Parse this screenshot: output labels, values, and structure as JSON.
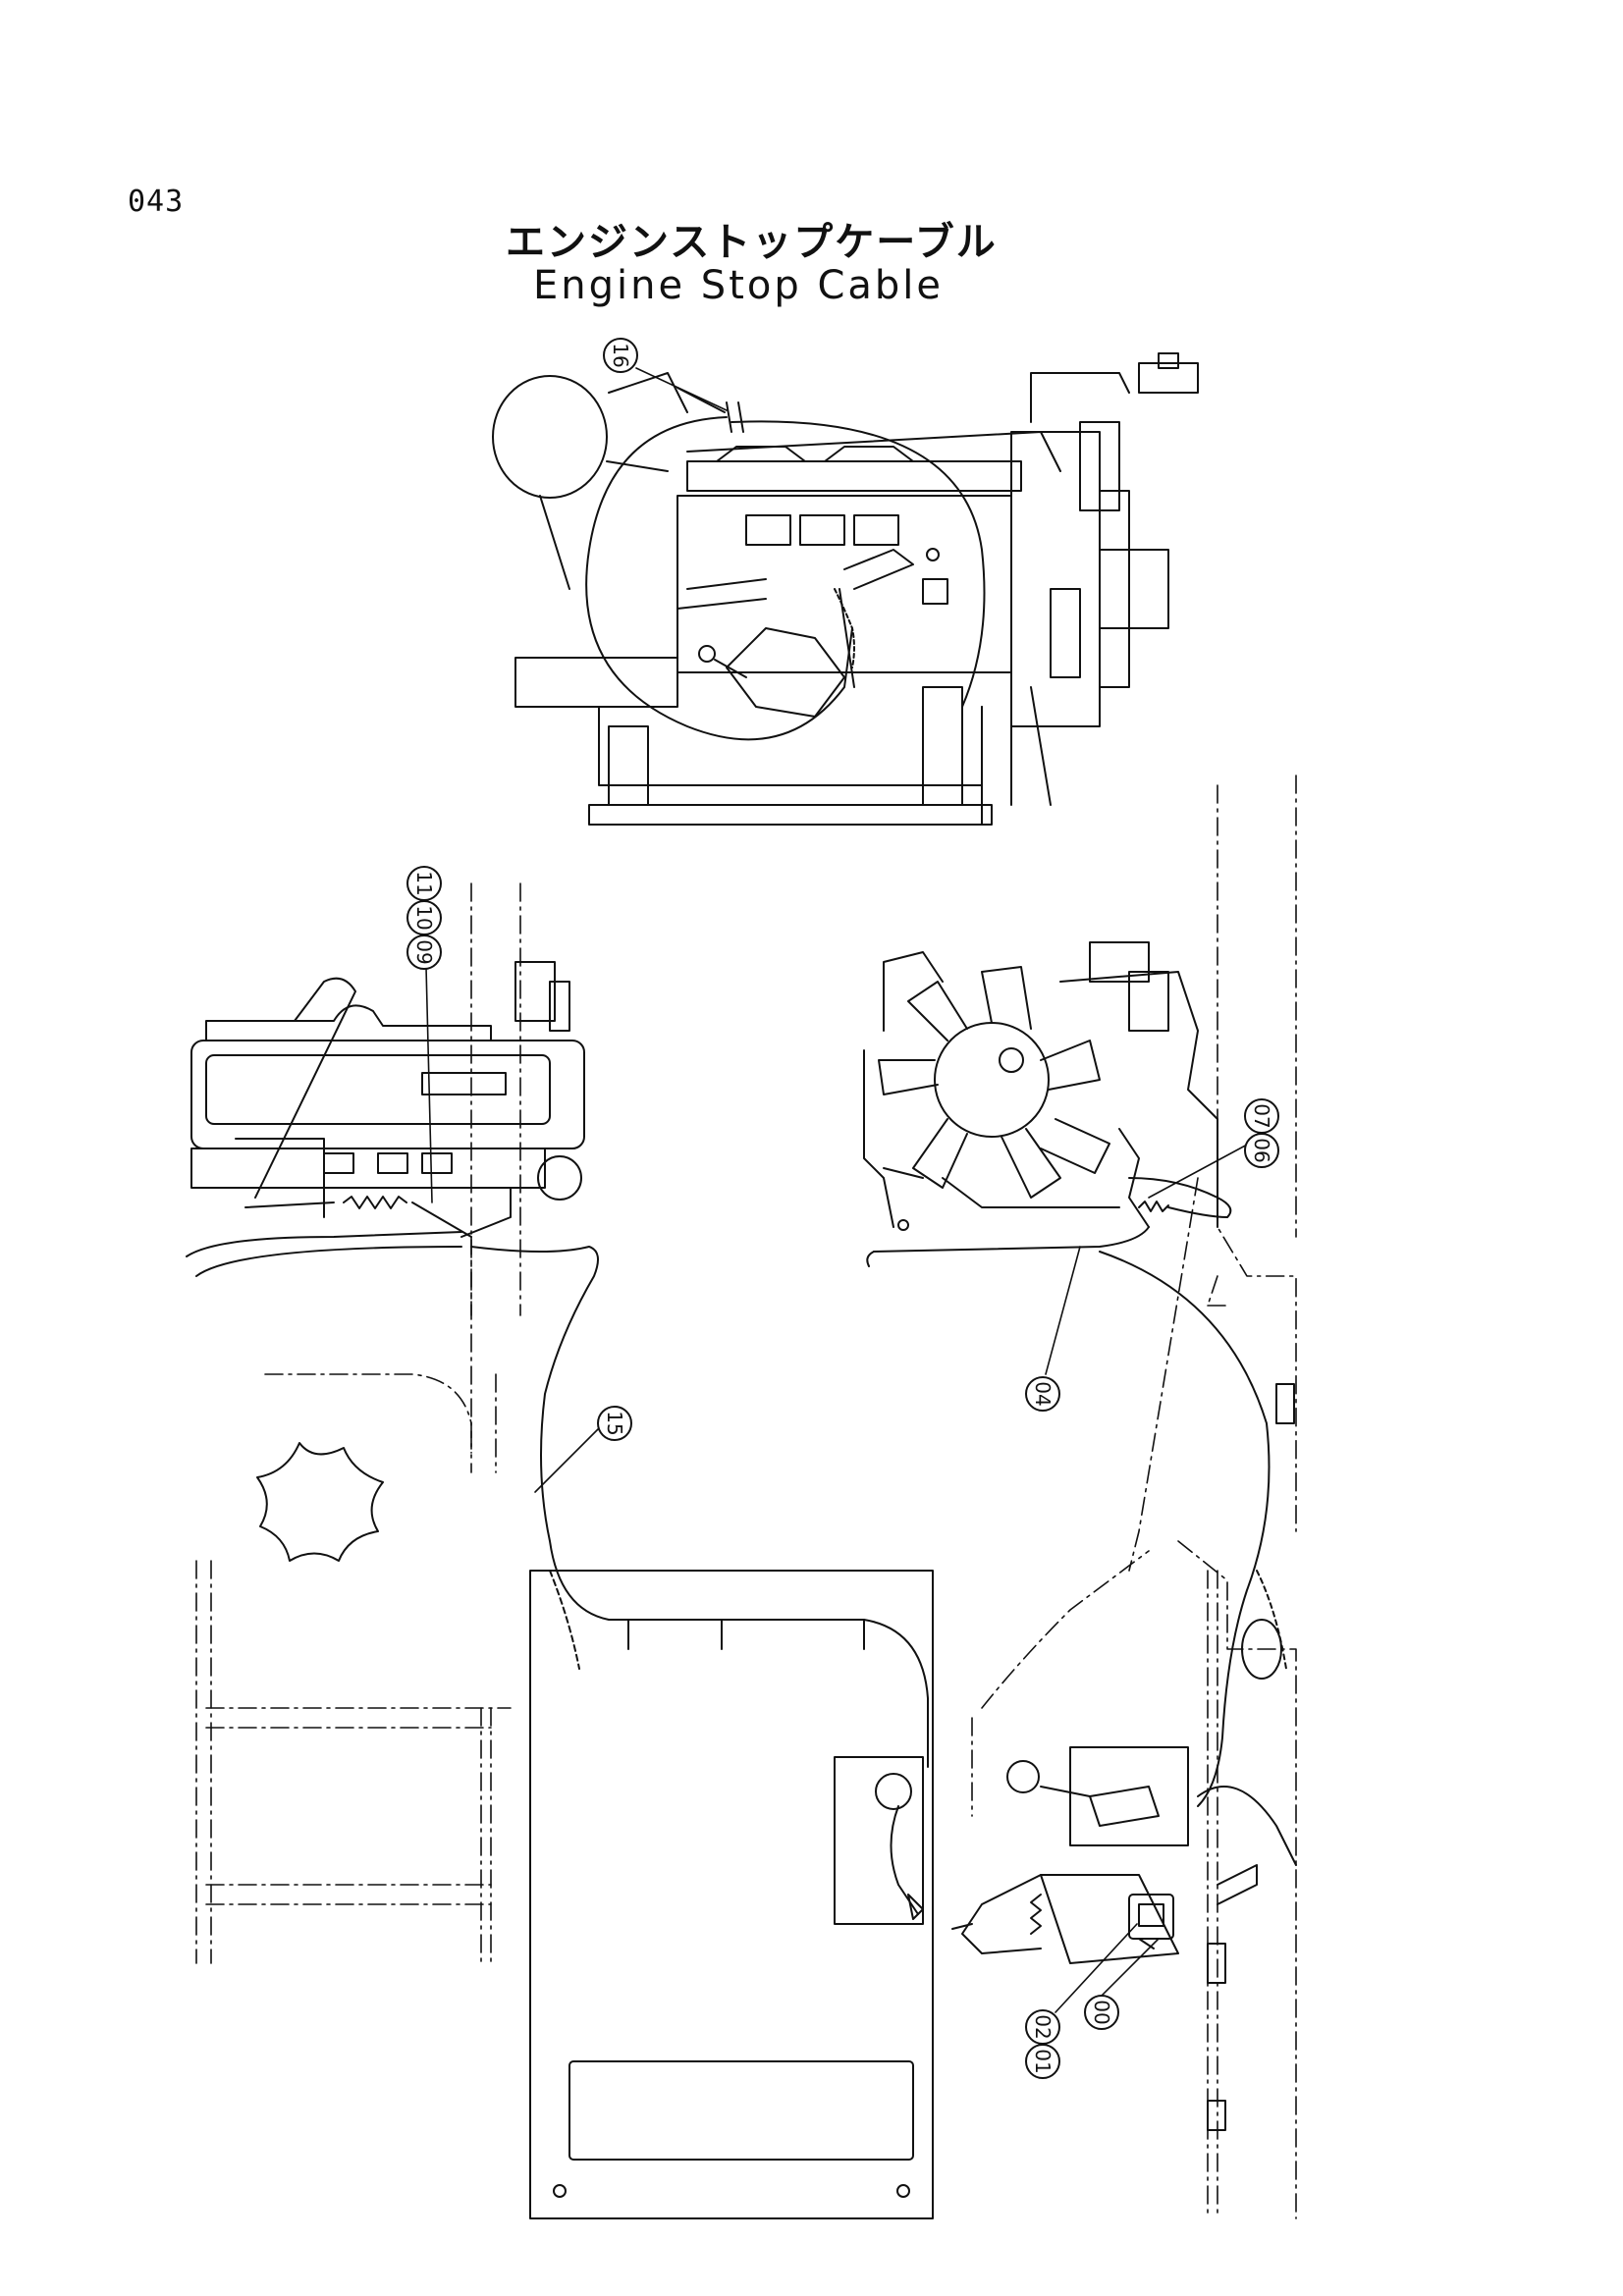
{
  "page_number": "043",
  "title_jp": "エンジンストップケーブル",
  "title_en": "Engine Stop Cable",
  "callouts": [
    {
      "id": "c16",
      "label": "16"
    },
    {
      "id": "c09",
      "label": "09"
    },
    {
      "id": "c10",
      "label": "10"
    },
    {
      "id": "c11",
      "label": "11"
    },
    {
      "id": "c06",
      "label": "06"
    },
    {
      "id": "c07",
      "label": "07"
    },
    {
      "id": "c04",
      "label": "04"
    },
    {
      "id": "c15",
      "label": "15"
    },
    {
      "id": "c01",
      "label": "01"
    },
    {
      "id": "c02",
      "label": "02"
    },
    {
      "id": "c00",
      "label": "00"
    }
  ]
}
